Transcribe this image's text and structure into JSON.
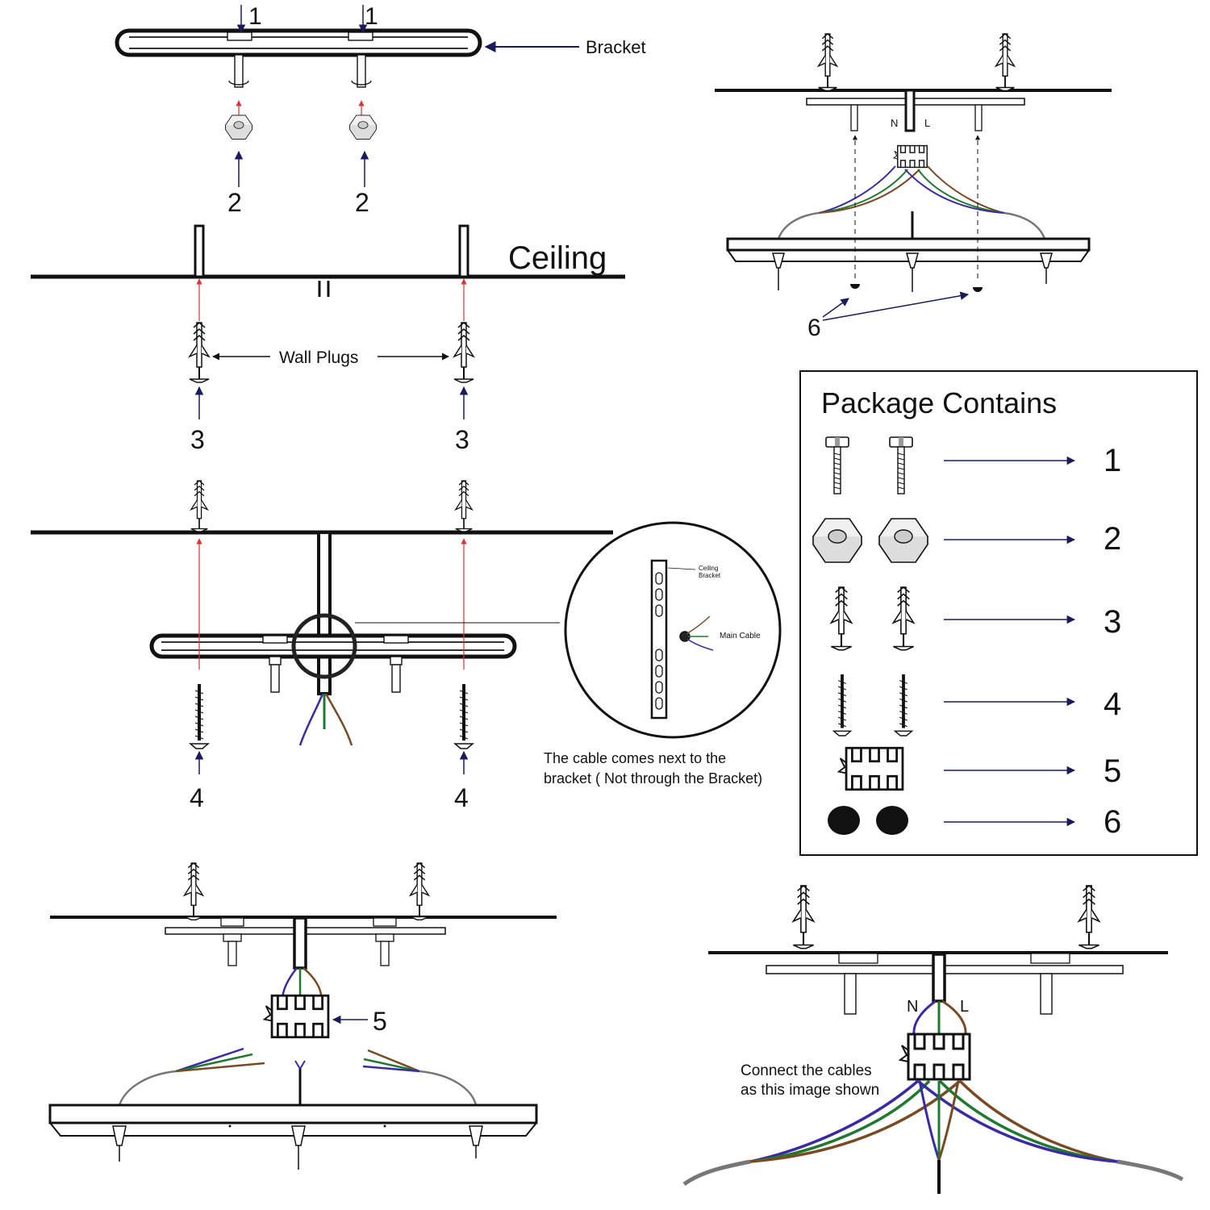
{
  "labels": {
    "bracket": "Bracket",
    "ceiling": "Ceiling",
    "wall_plugs": "Wall Plugs",
    "main_cable": "Main Cable",
    "ceiling_bracket_line1": "Ceiling",
    "ceiling_bracket_line2": "Bracket",
    "cable_note_line1": "The cable comes next to the",
    "cable_note_line2": "bracket ( Not through the Bracket)",
    "connect_line1": "Connect the cables",
    "connect_line2": "as this image shown",
    "neutral": "N",
    "live": "L"
  },
  "step_numbers": {
    "screw": "1",
    "nut": "2",
    "wall_plug": "3",
    "wood_screw": "4",
    "connector": "5",
    "cap": "6"
  },
  "package": {
    "title": "Package Contains",
    "items": [
      {
        "icon": "thumb-screw-icon",
        "number": "1"
      },
      {
        "icon": "hex-nut-icon",
        "number": "2"
      },
      {
        "icon": "wall-plug-icon",
        "number": "3"
      },
      {
        "icon": "wood-screw-icon",
        "number": "4"
      },
      {
        "icon": "terminal-block-icon",
        "number": "5"
      },
      {
        "icon": "black-cap-icon",
        "number": "6"
      }
    ]
  },
  "colors": {
    "line": "#111111",
    "arrow_navy": "#1a1a5e",
    "arrow_red": "#dd3333",
    "wire_blue": "#3a2aa8",
    "wire_green": "#1e7a2e",
    "wire_brown": "#7a4a22",
    "wire_grey": "#777777"
  }
}
